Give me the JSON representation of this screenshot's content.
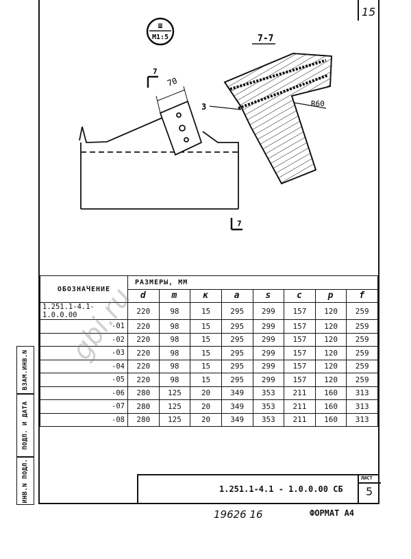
{
  "page": {
    "corner_number": "15",
    "scale_badge_top": "Ш",
    "scale_badge_bottom": "M1:5",
    "section_label": "7-7",
    "section_mark_top": "7",
    "section_mark_bottom": "7",
    "dim_width": "70",
    "label_3": "3",
    "label_radius": "R60",
    "watermark": "gbi.ru"
  },
  "table": {
    "designation_header": "ОБОЗНАЧЕНИЕ",
    "sizes_header": "РАЗМЕРЫ, ММ",
    "columns": [
      "d",
      "m",
      "к",
      "a",
      "s",
      "c",
      "p",
      "f"
    ],
    "rows": [
      {
        "code": "1.251.1-4.1-1.0.0.00",
        "values": [
          "220",
          "98",
          "15",
          "295",
          "299",
          "157",
          "120",
          "259"
        ]
      },
      {
        "code": "-01",
        "values": [
          "220",
          "98",
          "15",
          "295",
          "299",
          "157",
          "120",
          "259"
        ]
      },
      {
        "code": "-02",
        "values": [
          "220",
          "98",
          "15",
          "295",
          "299",
          "157",
          "120",
          "259"
        ]
      },
      {
        "code": "-03",
        "values": [
          "220",
          "98",
          "15",
          "295",
          "299",
          "157",
          "120",
          "259"
        ]
      },
      {
        "code": "-04",
        "values": [
          "220",
          "98",
          "15",
          "295",
          "299",
          "157",
          "120",
          "259"
        ]
      },
      {
        "code": "-05",
        "values": [
          "220",
          "98",
          "15",
          "295",
          "299",
          "157",
          "120",
          "259"
        ]
      },
      {
        "code": "-06",
        "values": [
          "280",
          "125",
          "20",
          "349",
          "353",
          "211",
          "160",
          "313"
        ]
      },
      {
        "code": "-07",
        "values": [
          "280",
          "125",
          "20",
          "349",
          "353",
          "211",
          "160",
          "313"
        ]
      },
      {
        "code": "-08",
        "values": [
          "280",
          "125",
          "20",
          "349",
          "353",
          "211",
          "160",
          "313"
        ]
      }
    ]
  },
  "sidebar": {
    "box1": "ВЗАМ.ИНВ.N",
    "box2": "ПОДП. И ДАТА",
    "box3": "ИНВ.N ПОДЛ."
  },
  "title_block": {
    "doc_code": "1.251.1-4.1 - 1.0.0.00 СБ",
    "sheet_label": "ЛИСТ",
    "sheet_number": "5"
  },
  "footer": {
    "archive_number": "19626 16",
    "format_label": "ФОРМАТ А4"
  }
}
